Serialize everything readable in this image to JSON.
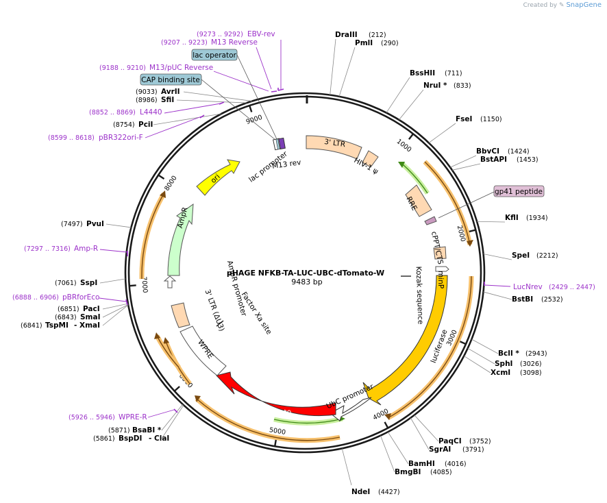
{
  "header": {
    "created_by": "Created by",
    "brand": "SnapGene"
  },
  "plasmid": {
    "name": "pHAGE NFKB-TA-LUC-UBC-dTomato-W",
    "length_label": "9483 bp",
    "length": 9483
  },
  "colors": {
    "backbone": "#1a1a1a",
    "primer": "#9b30c9",
    "orf_highlight": "#f7c16d",
    "orf_arrow": "#7a4a10",
    "green_orf": "#6fbf3a",
    "box_fill": "#9ec9d6",
    "box_purple": "#e0bfd6",
    "ori": "#ffff00",
    "ampr": "#ccffcc",
    "luciferase": "#ffcc00",
    "tdtomato": "#ff0000",
    "ltr": "#ffd9b3"
  },
  "ticks": [
    {
      "pos": 1000,
      "label": "1000"
    },
    {
      "pos": 2000,
      "label": "2000"
    },
    {
      "pos": 3000,
      "label": "3000"
    },
    {
      "pos": 4000,
      "label": "4000"
    },
    {
      "pos": 5000,
      "label": "5000"
    },
    {
      "pos": 6000,
      "label": "6000"
    },
    {
      "pos": 7000,
      "label": "7000"
    },
    {
      "pos": 8000,
      "label": "8000"
    },
    {
      "pos": 9000,
      "label": "9000"
    }
  ],
  "sites": [
    {
      "name": "DraIII",
      "pos_text": "(212)",
      "pos": 212
    },
    {
      "name": "PmlI",
      "pos_text": "(290)",
      "pos": 290
    },
    {
      "name": "BssHII",
      "pos_text": "(711)",
      "pos": 711
    },
    {
      "name": "NruI *",
      "pos_text": "(833)",
      "pos": 833
    },
    {
      "name": "FseI",
      "pos_text": "(1150)",
      "pos": 1150
    },
    {
      "name": "BbvCI",
      "pos_text": "(1424)",
      "pos": 1424
    },
    {
      "name": "BstAPI",
      "pos_text": "(1453)",
      "pos": 1453
    },
    {
      "name": "KflI",
      "pos_text": "(1934)",
      "pos": 1934
    },
    {
      "name": "SpeI",
      "pos_text": "(2212)",
      "pos": 2212
    },
    {
      "name": "BstBI",
      "pos_text": "(2532)",
      "pos": 2532
    },
    {
      "name": "BclI *",
      "pos_text": "(2943)",
      "pos": 2943
    },
    {
      "name": "SphI",
      "pos_text": "(3026)",
      "pos": 3026
    },
    {
      "name": "XcmI",
      "pos_text": "(3098)",
      "pos": 3098
    },
    {
      "name": "PaqCI",
      "pos_text": "(3752)",
      "pos": 3752
    },
    {
      "name": "SgrAI",
      "pos_text": "(3791)",
      "pos": 3791
    },
    {
      "name": "BamHI",
      "pos_text": "(4016)",
      "pos": 4016
    },
    {
      "name": "BmgBI",
      "pos_text": "(4085)",
      "pos": 4085
    },
    {
      "name": "NdeI",
      "pos_text": "(4427)",
      "pos": 4427
    },
    {
      "name": "BsaBI *",
      "pos_text": "(5871)",
      "pos": 5871
    },
    {
      "name": "BspDI",
      "pos_text": "(5861)",
      "pos": 5861,
      "extra": "- ClaI"
    },
    {
      "name": "TspMI",
      "pos_text": "(6841)",
      "pos": 6841,
      "extra": "- XmaI"
    },
    {
      "name": "SmaI",
      "pos_text": "(6843)",
      "pos": 6843
    },
    {
      "name": "PacI",
      "pos_text": "(6851)",
      "pos": 6851
    },
    {
      "name": "SspI",
      "pos_text": "(7061)",
      "pos": 7061
    },
    {
      "name": "PvuI",
      "pos_text": "(7497)",
      "pos": 7497
    },
    {
      "name": "PciI",
      "pos_text": "(8754)",
      "pos": 8754
    },
    {
      "name": "SfiI",
      "pos_text": "(8986)",
      "pos": 8986
    },
    {
      "name": "AvrII",
      "pos_text": "(9033)",
      "pos": 9033
    }
  ],
  "primers": [
    {
      "name": "EBV-rev",
      "range": "(9273 .. 9292)"
    },
    {
      "name": "M13 Reverse",
      "range": "(9207 .. 9223)"
    },
    {
      "name": "M13/pUC Reverse",
      "range": "(9188 .. 9210)"
    },
    {
      "name": "L4440",
      "range": "(8852 .. 8869)"
    },
    {
      "name": "pBR322ori-F",
      "range": "(8599 .. 8618)"
    },
    {
      "name": "Amp-R",
      "range": "(7297 .. 7316)"
    },
    {
      "name": "pBRforEco",
      "range": "(6888 .. 6906)"
    },
    {
      "name": "WPRE-R",
      "range": "(5926 .. 5946)"
    },
    {
      "name": "LucNrev",
      "range": "(2429 .. 2447)"
    }
  ],
  "boxes": [
    {
      "name": "lac operator"
    },
    {
      "name": "CAP binding site"
    },
    {
      "name": "gp41 peptide"
    }
  ],
  "features": [
    {
      "name": "3' LTR",
      "start": 100,
      "end": 690
    },
    {
      "name": "HIV-1 Ψ",
      "start": 700,
      "end": 830
    },
    {
      "name": "RRE",
      "start": 1300,
      "end": 1530
    },
    {
      "name": "cPPT/CTS",
      "start": 2020,
      "end": 2140
    },
    {
      "name": "minP",
      "start": 2290,
      "end": 2350
    },
    {
      "name": "luciferase",
      "start": 2380,
      "end": 4030
    },
    {
      "name": "UbC promoter",
      "start": 4060,
      "end": 4550
    },
    {
      "name": "tdTomato",
      "start": 4580,
      "end": 5720
    },
    {
      "name": "WPRE",
      "start": 5740,
      "end": 6330
    },
    {
      "name": "3' LTR (ΔU3)",
      "start": 6350,
      "end": 6580
    },
    {
      "name": "AmpR promoter",
      "start": 6780,
      "end": 6880
    },
    {
      "name": "AmpR",
      "start": 6890,
      "end": 7750
    },
    {
      "name": "ori",
      "start": 7930,
      "end": 8520
    },
    {
      "name": "lac promoter",
      "start": 8950,
      "end": 9080
    },
    {
      "name": "M13 rev",
      "start": 9100,
      "end": 9140
    }
  ],
  "inner_labels": {
    "kozak": "Kozak sequence",
    "factor_xa": "Factor Xa site",
    "hiv_psi": "HIV-1 ψ"
  }
}
